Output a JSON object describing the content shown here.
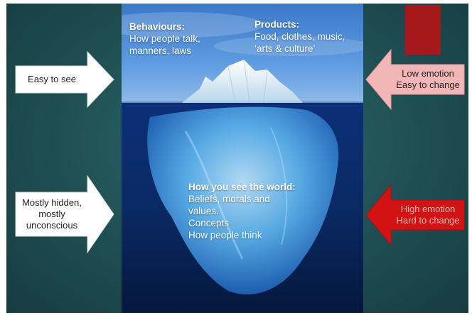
{
  "top_left": {
    "heading": "Behaviours:",
    "lines": [
      "How people talk,",
      "manners, laws"
    ]
  },
  "top_right": {
    "heading": "Products:",
    "lines": [
      "Food, clothes, music,",
      "‘arts & culture’"
    ]
  },
  "below": {
    "heading": "How you see the world:",
    "lines": [
      "Beliefs, morals and",
      "values.",
      "Concepts",
      "How people think"
    ]
  },
  "arrows": {
    "easy_to_see": {
      "lines": [
        "Easy to see"
      ]
    },
    "mostly_hidden": {
      "lines": [
        "Mostly hidden,",
        "mostly",
        "unconscious"
      ]
    },
    "low_emotion": {
      "lines": [
        "Low emotion",
        "Easy to change"
      ]
    },
    "high_emotion": {
      "lines": [
        "High emotion",
        "Hard to change"
      ]
    }
  },
  "colors": {
    "background": "#1f4f53",
    "white_arrow": "#ffffff",
    "pink_arrow": "#f3b6b6",
    "red_arrow": "#d31313",
    "red_bar": "#a5191d"
  }
}
